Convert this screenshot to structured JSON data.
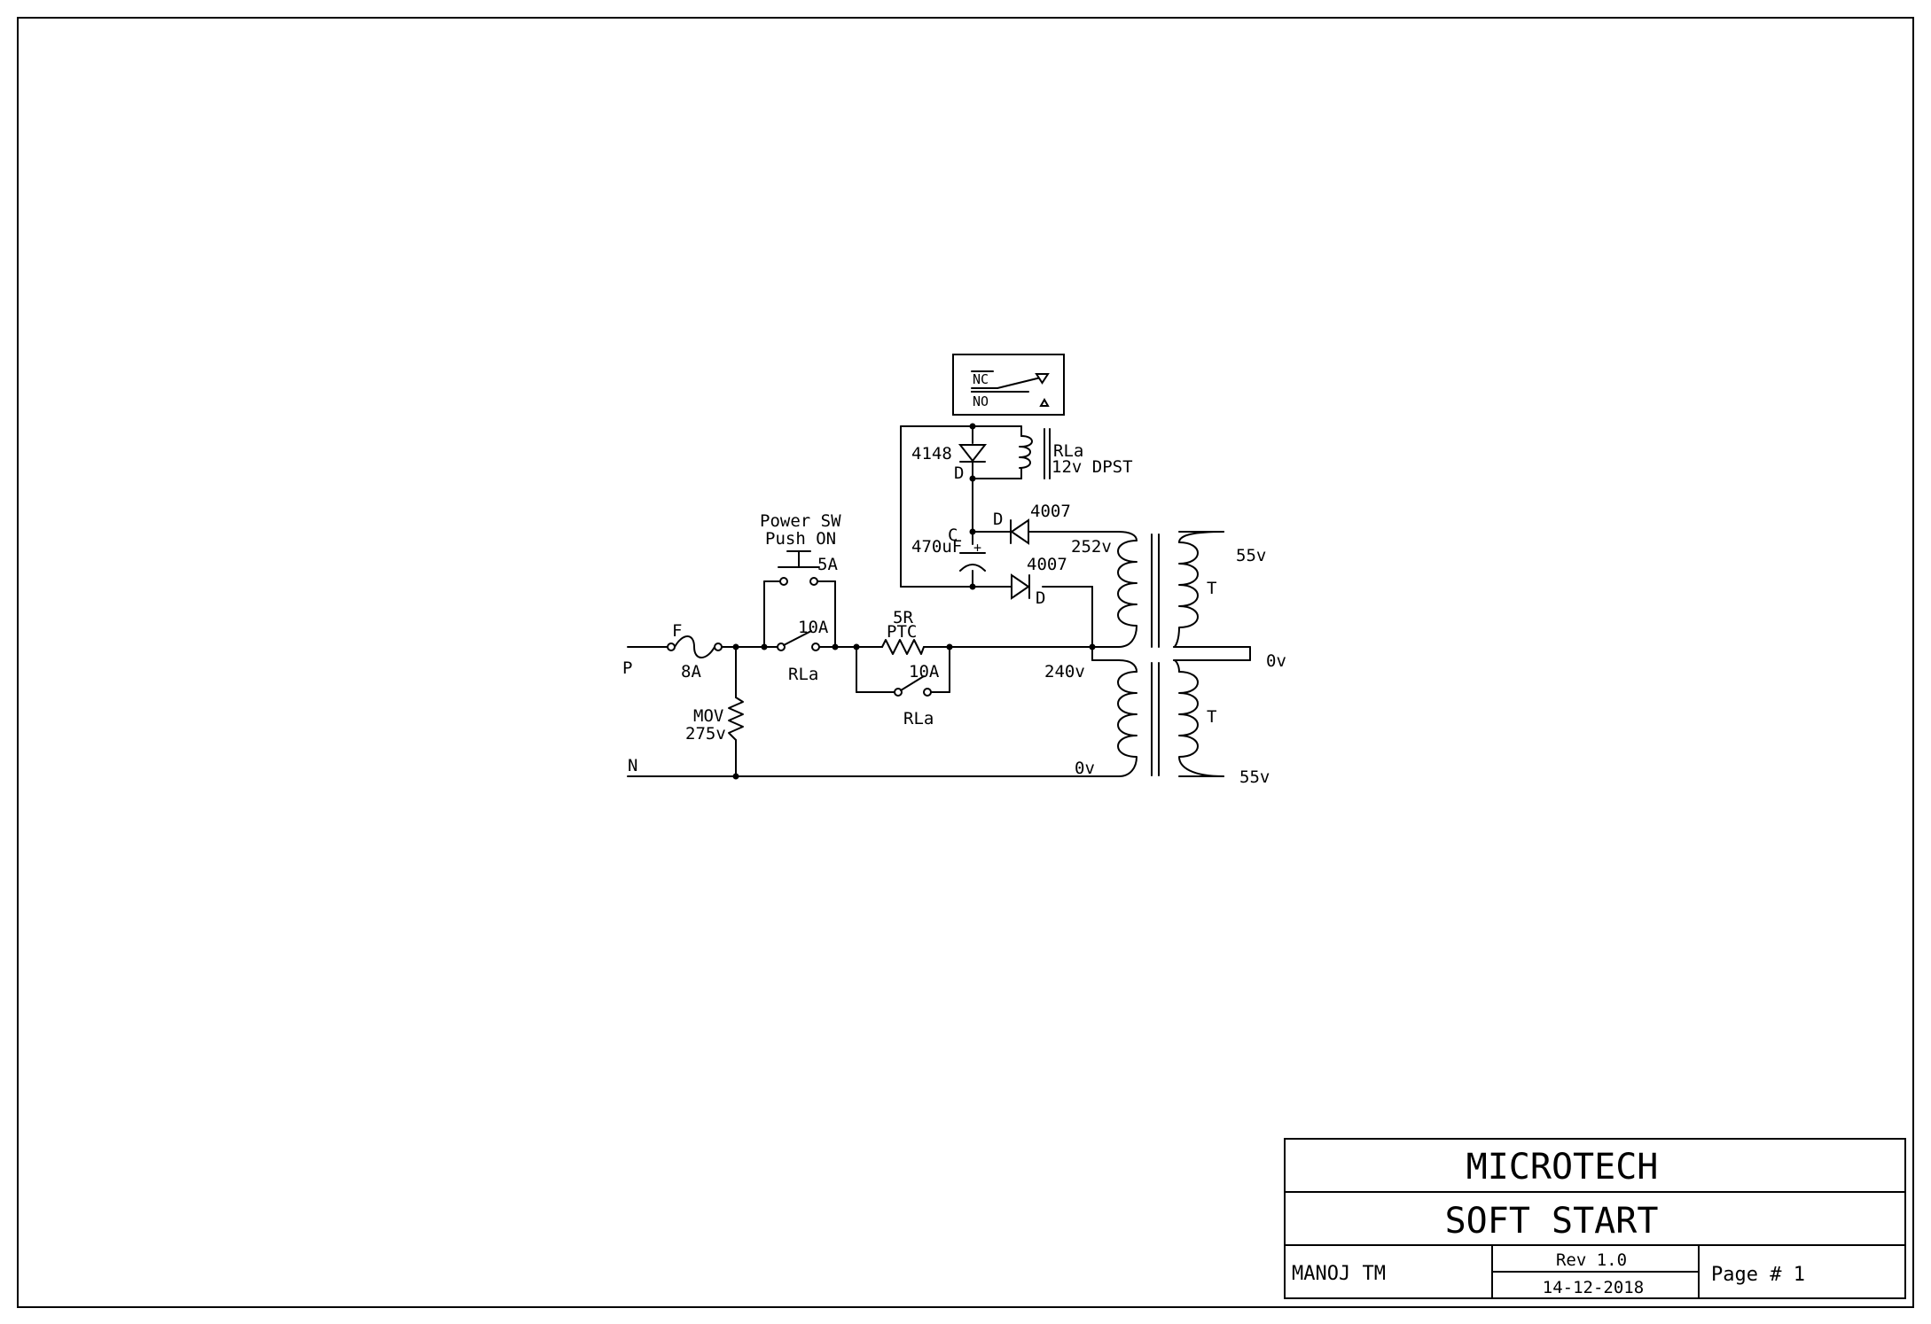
{
  "components": {
    "terminal_p": "P",
    "terminal_n": "N",
    "fuse_name": "F",
    "fuse_rating": "8A",
    "mov_name": "MOV",
    "mov_rating": "275v",
    "power_switch_line1": "Power SW",
    "power_switch_line2": "Push ON",
    "power_switch_rating": "5A",
    "relay_contact1_rating": "10A",
    "relay_contact1_name": "RLa",
    "ptc_value": "5R",
    "ptc_name": "PTC",
    "relay_contact2_rating": "10A",
    "relay_contact2_name": "RLa",
    "relay_coil_name": "RLa",
    "relay_coil_spec": "12v DPST",
    "diode_4148_name": "D",
    "diode_4148_part": "4148",
    "capacitor_name": "C",
    "capacitor_value": "470uF",
    "capacitor_polarity": "+",
    "diode_upper_name": "D",
    "diode_upper_part": "4007",
    "diode_lower_name": "D",
    "diode_lower_part": "4007",
    "tap_252": "252v",
    "tap_240": "240v",
    "tap_0_primary": "0v",
    "secondary_top": "55v",
    "secondary_center": "0v",
    "secondary_bottom": "55v",
    "transformer_top_name": "T",
    "transformer_bottom_name": "T"
  },
  "legend": {
    "nc_label": "NC",
    "no_label": "NO"
  },
  "title_block": {
    "company": "MICROTECH",
    "title": "SOFT START",
    "author": "MANOJ TM",
    "revision": "Rev 1.0",
    "date": "14-12-2018",
    "page": "Page # 1"
  }
}
